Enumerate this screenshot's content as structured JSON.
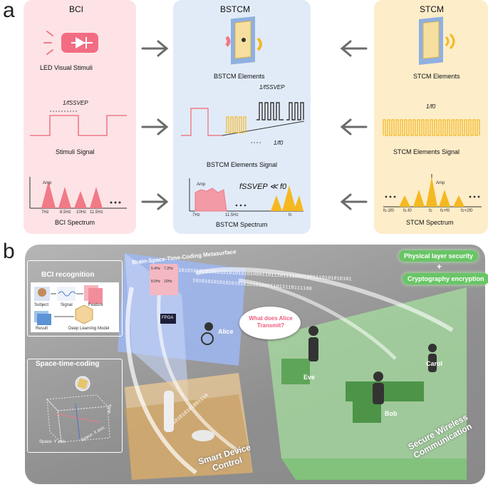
{
  "panel_a": {
    "label": "a",
    "bci": {
      "title": "BCI",
      "led_caption": "LED Visual Stimuli",
      "period_label": "1/fSSVEP",
      "signal_caption": "Stimuli Signal",
      "spectrum_amp": "Amp",
      "spectrum_ticks": [
        "7Hz",
        "8.5Hz",
        "10Hz",
        "11.5Hz"
      ],
      "spectrum_caption": "BCI Spectrum"
    },
    "bstcm": {
      "title": "BSTCM",
      "elements_caption": "BSTCM Elements",
      "period_ssvep": "1/fSSVEP",
      "period_f0": "1/f0",
      "signal_caption": "BSTCM Elements Signal",
      "relation": "fSSVEP ≪ f0",
      "spectrum_amp": "Amp",
      "spectrum_ticks": [
        "7Hz",
        "11.5Hz",
        "fc"
      ],
      "spectrum_caption": "BSTCM Spectrum"
    },
    "stcm": {
      "title": "STCM",
      "elements_caption": "STCM Elements",
      "period_f0": "1/f0",
      "signal_caption": "STCM Elements Signal",
      "spectrum_amp": "Amp",
      "spectrum_ticks": [
        "fc-2f0",
        "fc-f0",
        "fc",
        "fc+f0",
        "fc+2f0"
      ],
      "spectrum_caption": "STCM Spectrum"
    },
    "colors": {
      "bci": "#fde3e6",
      "bstcm": "#e1ebf8",
      "stcm": "#fdedc9",
      "pink": "#f07a86",
      "yellow": "#f5b820"
    }
  },
  "panel_b": {
    "label": "b",
    "metasurface_label": "Brain-Space-Time-Coding Metasurface",
    "bci_recognition": {
      "title": "BCI recognition",
      "steps": [
        "Subject",
        "Signal",
        "Feature",
        "Result",
        "Deep Learning Model"
      ]
    },
    "space_time": {
      "title": "Space-time-coding",
      "axes": [
        "Space- Y axis",
        "Space- X axis",
        "Time"
      ]
    },
    "chip_labels": [
      "5.4Hz",
      "7.2Hz",
      "8.5Hz",
      "10Hz",
      "FPGA"
    ],
    "alice": "Alice",
    "bubble": "What does Alice Transmit?",
    "eve": "Eve",
    "bob": "Bob",
    "carol": "Carol",
    "security": [
      "Physical layer security",
      "+",
      "Cryptography encryption"
    ],
    "bits_top": "1010101010101010101010101000110111011110001001110101010101",
    "bits_mid": "1010101010101010101010100011011110111100",
    "bits_low": "101010101001110",
    "smart_device": "Smart Device Control",
    "secure_comm": "Secure Wireless Communication"
  }
}
